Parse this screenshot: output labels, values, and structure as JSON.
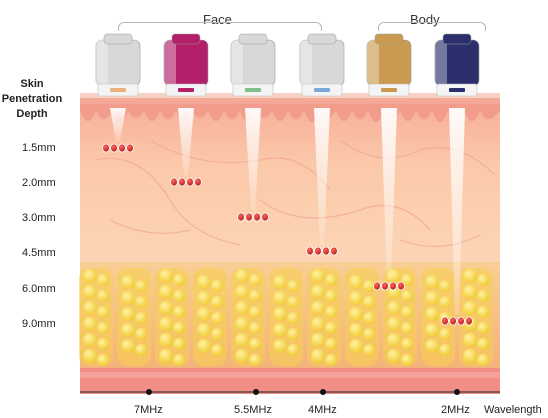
{
  "groups": {
    "face": "Face",
    "body": "Body"
  },
  "depth_axis": {
    "title_lines": [
      "Skin",
      "Penetration",
      "Depth"
    ],
    "labels": [
      "1.5mm",
      "2.0mm",
      "3.0mm",
      "4.5mm",
      "6.0mm",
      "9.0mm"
    ]
  },
  "frequency_axis": {
    "labels": [
      "7MHz",
      "5.5MHz",
      "4MHz",
      "2MHz"
    ],
    "title": "Wavelength"
  },
  "cartridges": [
    {
      "color": "#d8d8d8",
      "band": "#e8b27a",
      "focus_depth": "1.5mm"
    },
    {
      "color": "#b3206a",
      "band": "#b3206a",
      "focus_depth": "2.0mm"
    },
    {
      "color": "#d8d8d8",
      "band": "#7fbf8a",
      "focus_depth": "3.0mm"
    },
    {
      "color": "#d8d8d8",
      "band": "#7aa8d8",
      "focus_depth": "4.5mm"
    },
    {
      "color": "#c99a4f",
      "band": "#c99a4f",
      "focus_depth": "6.0mm"
    },
    {
      "color": "#2b2f6b",
      "band": "#2b2f6b",
      "focus_depth": "9.0mm"
    }
  ],
  "colors": {
    "epidermis": "#f6b9a6",
    "dermis": "#fbd3b8",
    "fat": "#f6d65a",
    "fat_bg": "#f7c98d",
    "focal_dot": "#d3232a",
    "base_band": "#f08f88"
  }
}
